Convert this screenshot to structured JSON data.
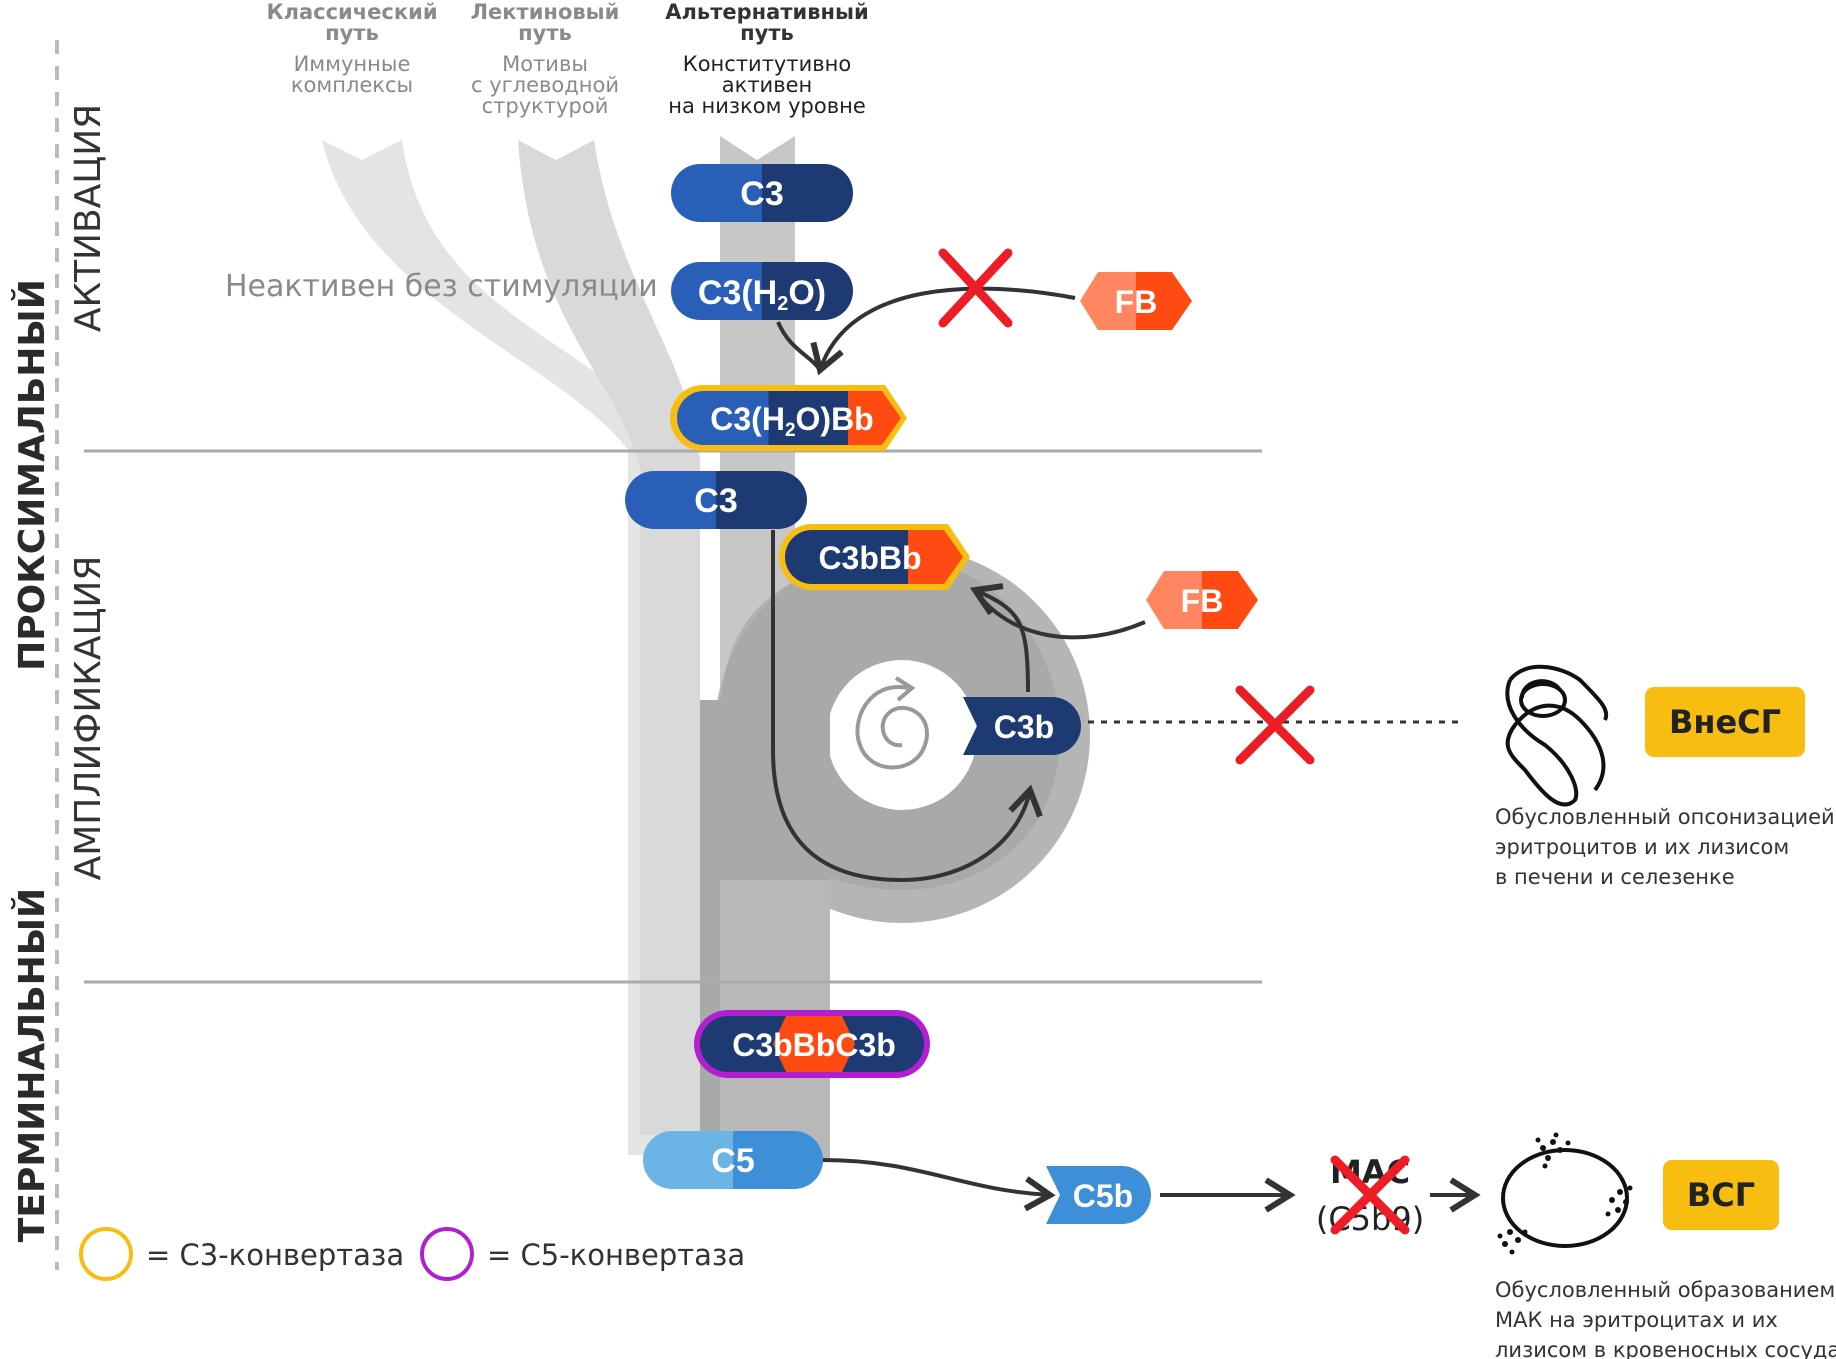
{
  "pathways": {
    "classical": {
      "title": "Классический путь",
      "title_lines": [
        "Классический",
        "путь"
      ],
      "desc_lines": [
        "Иммунные",
        "комплексы"
      ]
    },
    "lectin": {
      "title": "Лектиновый путь",
      "title_lines": [
        "Лектиновый",
        "путь"
      ],
      "desc_lines": [
        "Мотивы",
        "с углеводной",
        "структурой"
      ]
    },
    "alternative": {
      "title": "Альтернативный путь",
      "title_lines": [
        "Альтернативный",
        "путь"
      ],
      "desc_lines": [
        "Конститутивно",
        "активен",
        "на низком уровне"
      ]
    }
  },
  "stages": {
    "proximal": "ПРОКСИМАЛЬНЫЙ",
    "activation": "АКТИВАЦИЯ",
    "amplification": "АМПЛИФИКАЦИЯ",
    "terminal": "ТЕРМИНАЛЬНЫЙ"
  },
  "inactive_label": "Неактивен без стимуляции",
  "nodes": {
    "c3_top": "C3",
    "c3_h2o": {
      "pre": "C3(H",
      "sub": "2",
      "post": "O)"
    },
    "c3_h2o_bb": {
      "pre": "C3(H",
      "sub": "2",
      "post": "O)",
      "bb": "Bb"
    },
    "fb_top": "FB",
    "c3_amp": "C3",
    "c3bbb": {
      "main": "C3b",
      "bb": "Bb"
    },
    "fb_amp": "FB",
    "c3b": "C3b",
    "c3bbbc3b": {
      "left": "C3b",
      "mid": "Bb",
      "right": "C3b"
    },
    "c5": "C5",
    "c5b": "C5b",
    "mac": {
      "line1": "МАС",
      "line2": "(C5b9)"
    }
  },
  "outcomes": {
    "extravascular": {
      "badge": "ВнеСГ",
      "desc_lines": [
        "Обусловленный опсонизацией",
        "эритроцитов и их лизисом",
        "в печени и селезенке"
      ]
    },
    "intravascular": {
      "badge": "ВСГ",
      "desc_lines": [
        "Обусловленный образованием",
        "МАК на эритроцитах  и их",
        "лизисом в кровеносных сосудах"
      ]
    }
  },
  "legend": {
    "c3_convertase": "= C3-конвертаза",
    "c5_convertase": "= C5-конвертаза"
  },
  "colors": {
    "dark_blue": "#1d3a73",
    "mid_blue": "#2a5fb8",
    "light_blue": "#3d8fd8",
    "orange": "#ff4a12",
    "orange_light": "#ff8660",
    "yellow": "#f7bd10",
    "purple": "#b21fd0",
    "red_cross": "#ee1c24"
  }
}
